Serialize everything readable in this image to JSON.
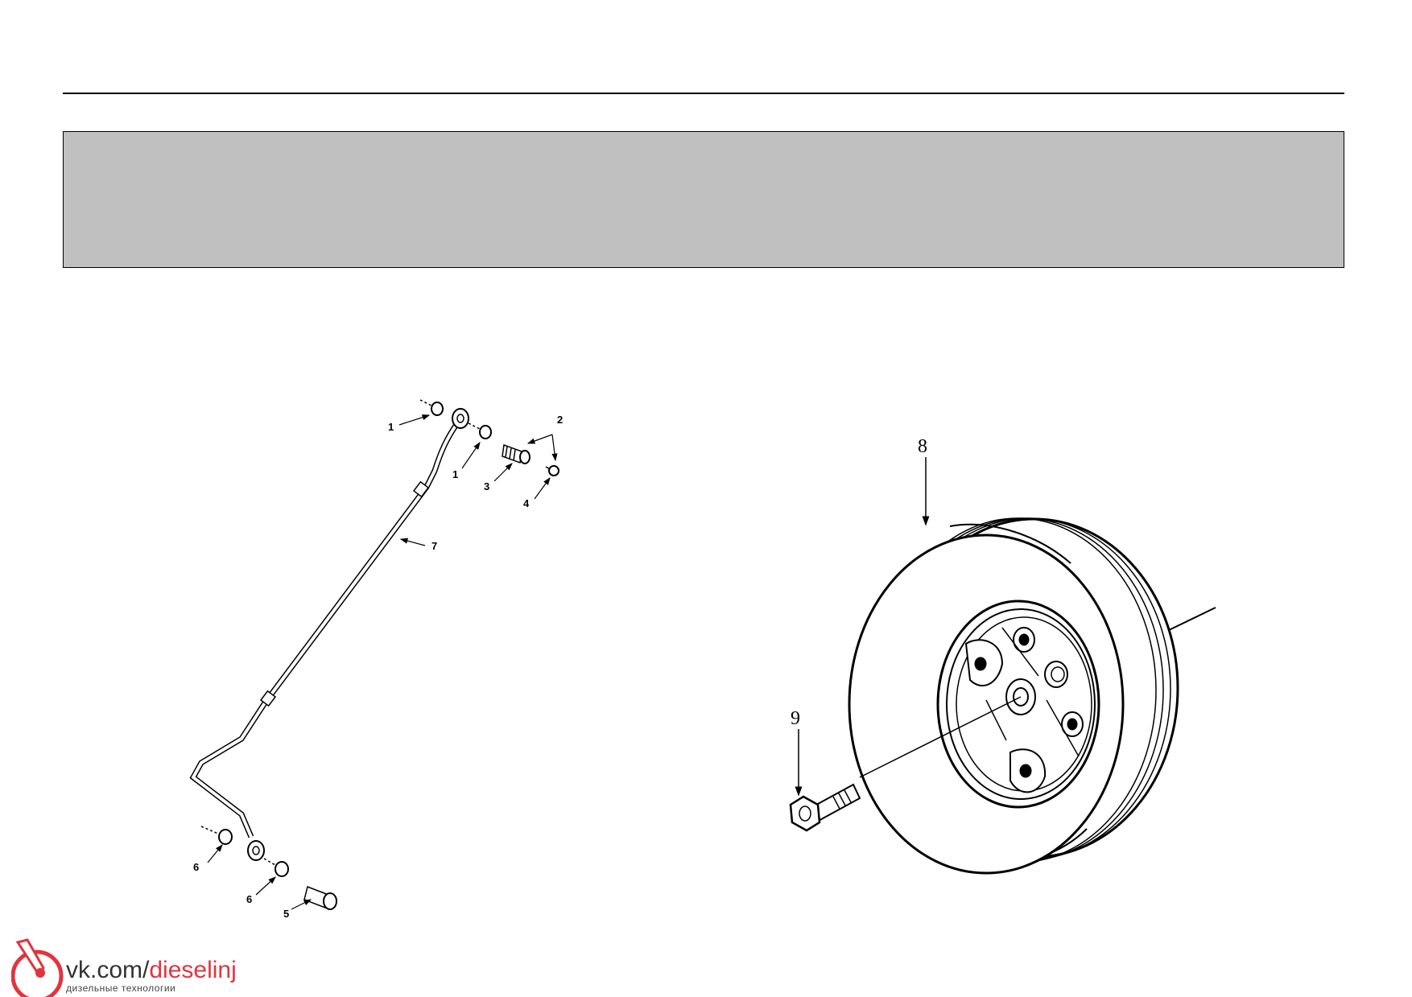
{
  "callouts": {
    "c1a": "1",
    "c1b": "1",
    "c2": "2",
    "c3": "3",
    "c4": "4",
    "c5": "5",
    "c6a": "6",
    "c6b": "6",
    "c7": "7",
    "c8": "8",
    "c9": "9"
  },
  "watermark": {
    "url_prefix": "vk.com/",
    "url_suffix": "dieselinj",
    "subtitle": "дизельные технологии"
  },
  "colors": {
    "banner": "#c0c0c0",
    "accent": "#e2343f"
  }
}
